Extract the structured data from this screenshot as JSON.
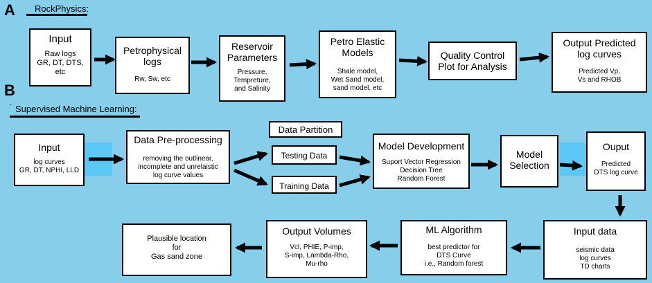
{
  "section_a": {
    "letter": "A",
    "title": "RockPhysics:"
  },
  "section_b": {
    "letter": "B",
    "bullet": "°",
    "title": "Supervised Machine Learning:"
  },
  "rock_physics": {
    "input": {
      "title": "Input",
      "body": "Raw logs\nGR, DT, DTS,\netc"
    },
    "petrophysical": {
      "title": "Petrophysical\nlogs",
      "body": "Rw, Sw, etc"
    },
    "reservoir": {
      "title": "Reservoir\nParameters",
      "body": "Pressure,\nTempreture,\nand Salinity"
    },
    "petro_elastic": {
      "title": "Petro Elastic\nModels",
      "body": "Shale model,\nWet Sand model,\nsand model, etc"
    },
    "quality_control": {
      "title": "Quality Control\nPlot for Analysis",
      "body": ""
    },
    "output_predicted": {
      "title": "Output Predicted\nlog curves",
      "body": "Predicted Vp,\nVs and RHOB"
    }
  },
  "ml": {
    "input": {
      "title": "Input",
      "body": "log curves\nGR, DT, NPHI, LLD"
    },
    "preprocessing": {
      "title": "Data Pre-processing",
      "body": "removing the outlinear,\nincomplete and unrelaistic\nlog curve values"
    },
    "partition": {
      "title": "Data Partition"
    },
    "testing": {
      "title": "Testing Data"
    },
    "training": {
      "title": "Training Data"
    },
    "model_dev": {
      "title": "Model Development",
      "body": "Suport Vector Regression\nDecision Tree\nRandom Forest"
    },
    "model_sel": {
      "title": "Model\nSelection"
    },
    "ouput": {
      "title": "Ouput",
      "body": "Predicted\nDTS log curve"
    },
    "input_data": {
      "title": "Input data",
      "body": "seismic data\nlog curves\nTD charts"
    },
    "algorithm": {
      "title": "ML Algorithm",
      "body": "best predictor for\nDTS Curve\ni.e., Random forest"
    },
    "output_volumes": {
      "title": "Output Volumes",
      "body": "Vcl, PHIE, P-imp,\nS-imp, Lambda-Rho,\nMu-rho"
    },
    "plausible": {
      "title": "Plausible location\nfor\nGas sand zone"
    }
  },
  "colors": {
    "background": "#87ceeb",
    "highlight": "#5bc8f5",
    "box": "#ffffff",
    "stroke": "#000000"
  }
}
